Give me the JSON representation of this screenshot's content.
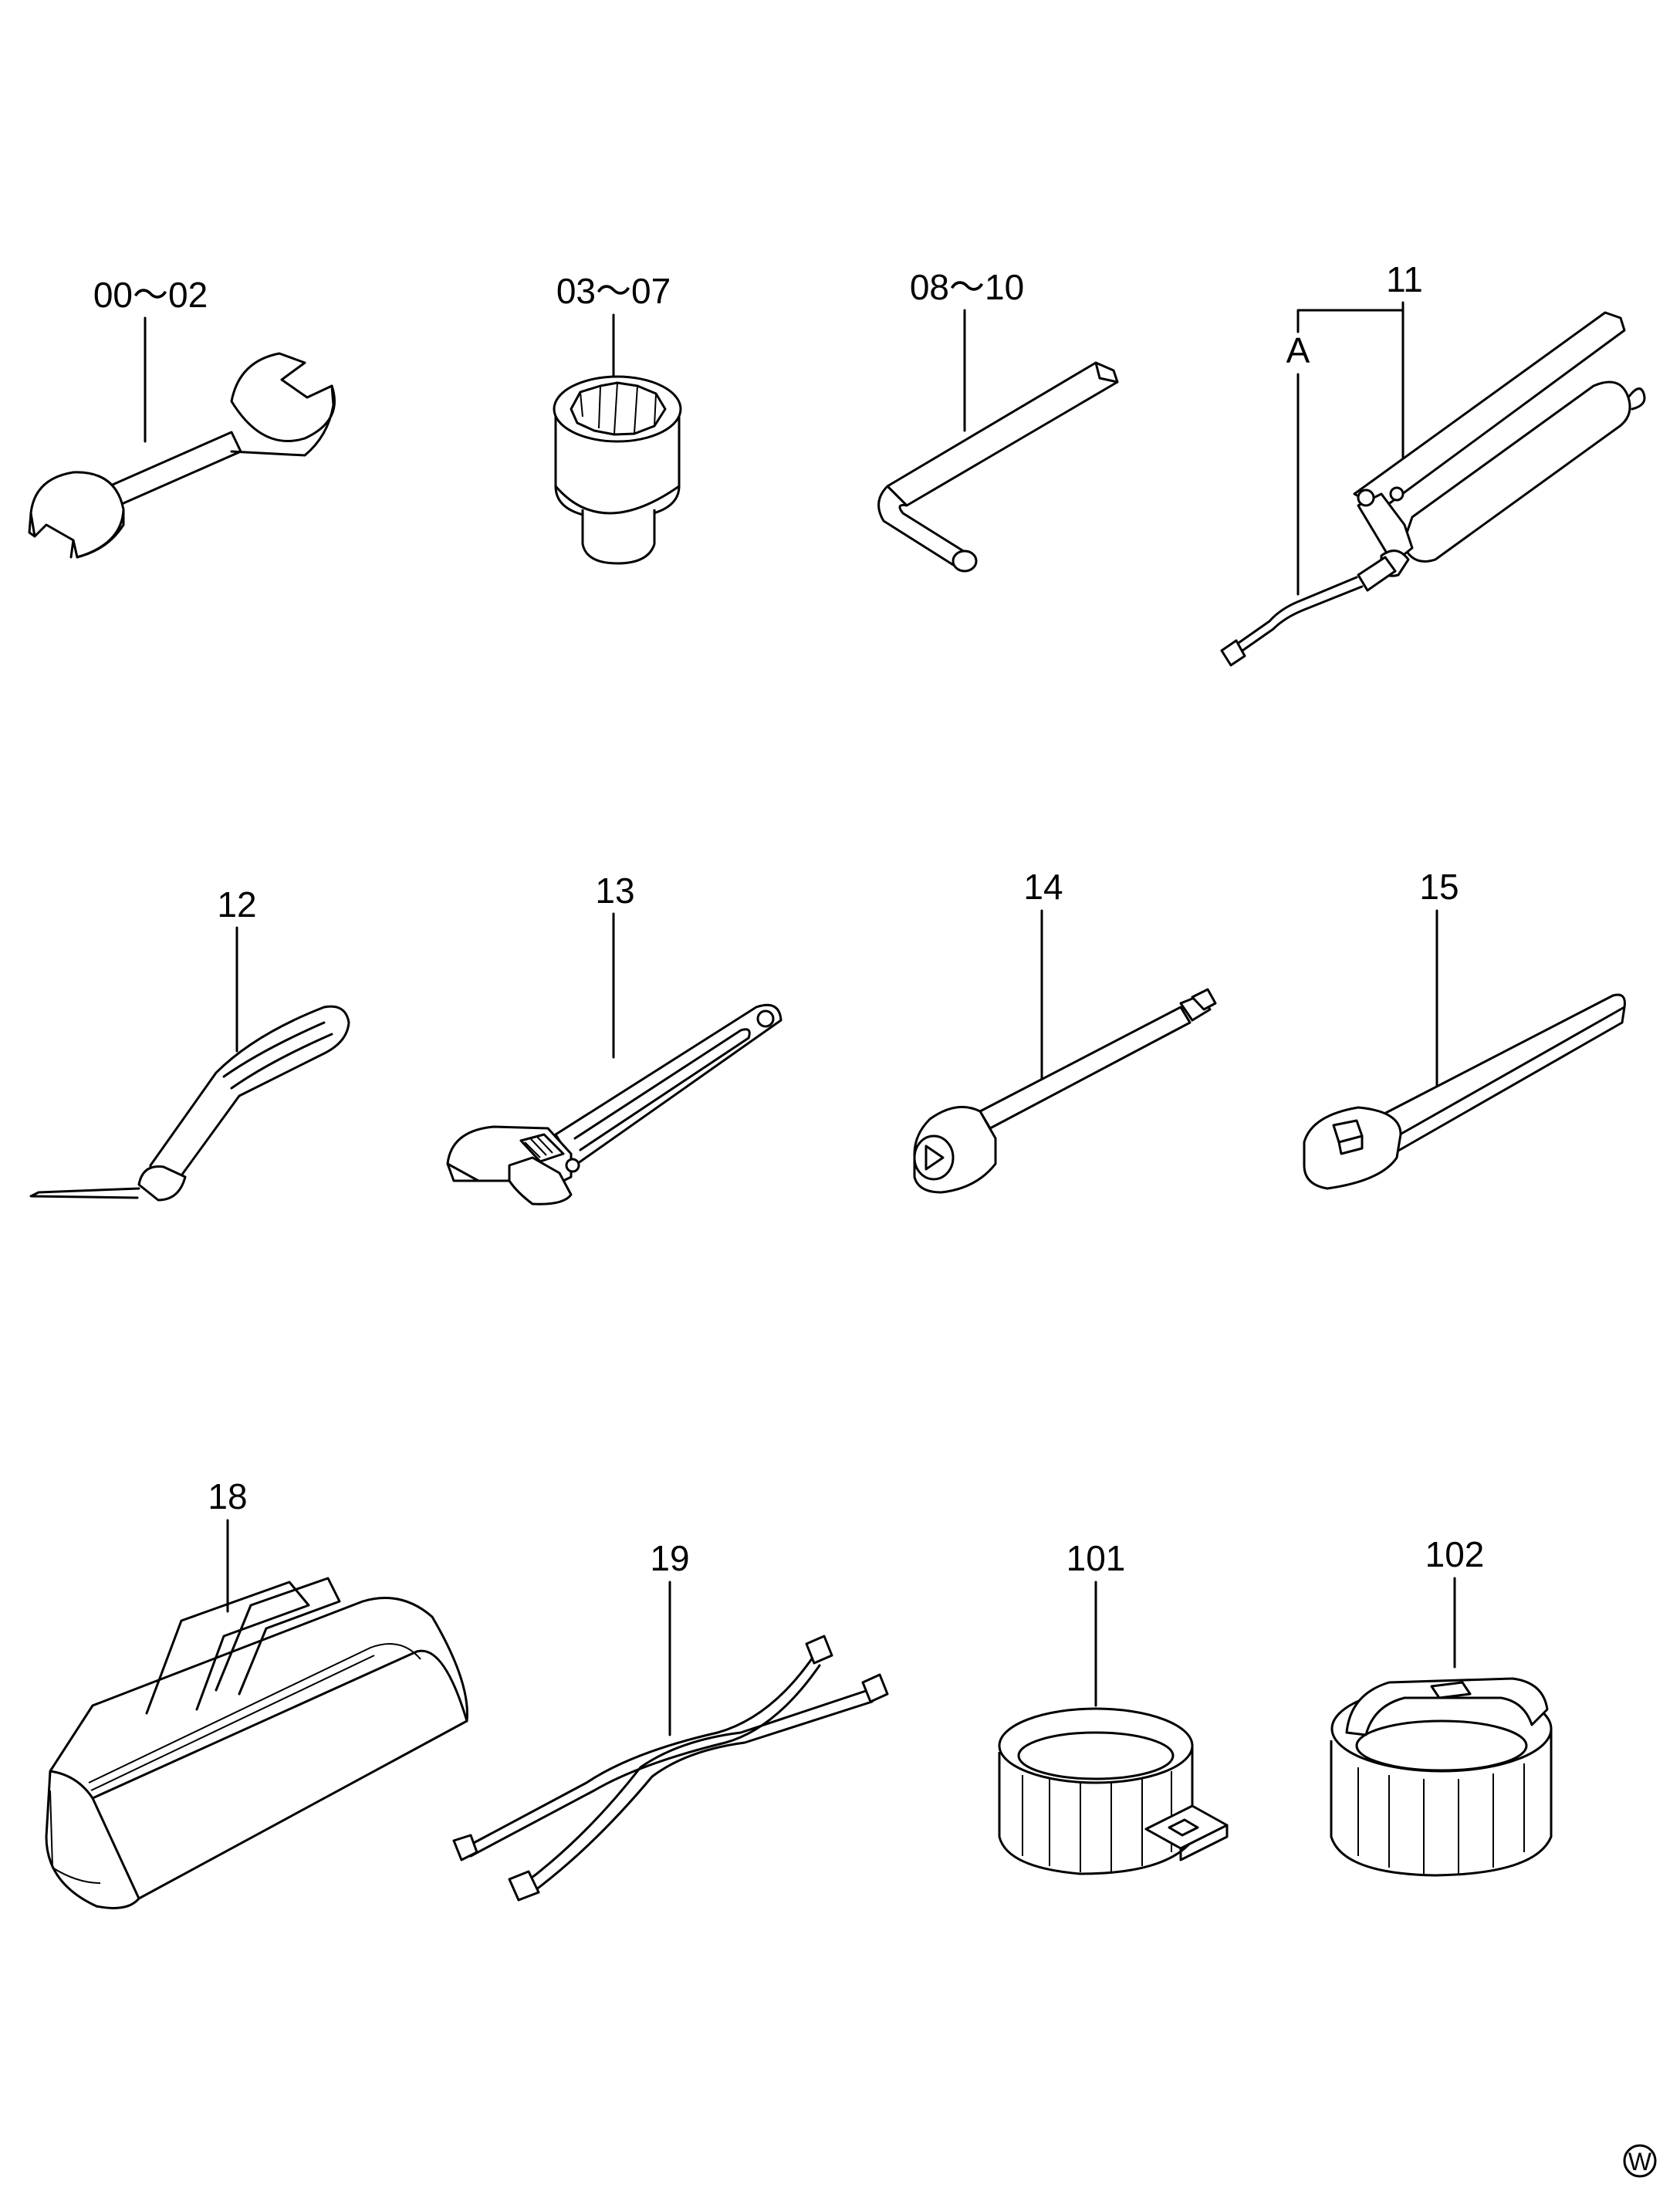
{
  "parts": [
    {
      "id": "p00",
      "label": "00～02",
      "icon": "open-end-wrench-icon"
    },
    {
      "id": "p03",
      "label": "03～07",
      "icon": "socket-icon"
    },
    {
      "id": "p08",
      "label": "08～10",
      "icon": "hex-key-icon"
    },
    {
      "id": "p11",
      "label": "11",
      "icon": "grease-gun-icon",
      "sub_label": "A"
    },
    {
      "id": "p12",
      "label": "12",
      "icon": "screwdriver-icon"
    },
    {
      "id": "p13",
      "label": "13",
      "icon": "adjustable-wrench-icon"
    },
    {
      "id": "p14",
      "label": "14",
      "icon": "extension-bar-icon"
    },
    {
      "id": "p15",
      "label": "15",
      "icon": "ratchet-handle-icon"
    },
    {
      "id": "p18",
      "label": "18",
      "icon": "tool-bag-icon"
    },
    {
      "id": "p19",
      "label": "19",
      "icon": "strap-wrench-icon"
    },
    {
      "id": "p101",
      "label": "101",
      "icon": "filter-wrench-cup-icon"
    },
    {
      "id": "p102",
      "label": "102",
      "icon": "filter-cap-wrench-icon"
    }
  ],
  "corner_mark": "W"
}
